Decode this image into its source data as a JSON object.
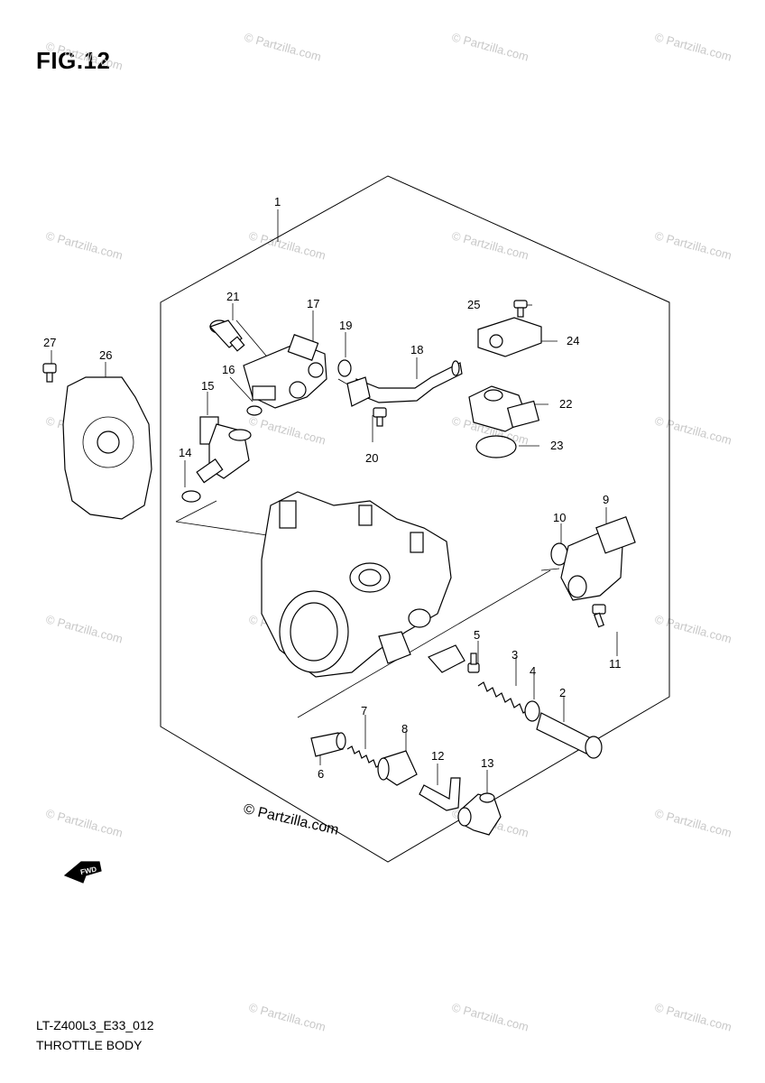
{
  "figure": {
    "title": "FIG.12",
    "model_code": "LT-Z400L3_E33_012",
    "section_title": "THROTTLE BODY",
    "credit": "© Partzilla.com",
    "watermark": "© Partzilla.com",
    "fwd_label": "FWD"
  },
  "callouts": [
    "1",
    "2",
    "3",
    "4",
    "5",
    "6",
    "7",
    "8",
    "9",
    "10",
    "11",
    "12",
    "13",
    "14",
    "15",
    "16",
    "17",
    "18",
    "19",
    "20",
    "21",
    "22",
    "23",
    "24",
    "25",
    "26",
    "27"
  ],
  "colors": {
    "line": "#000000",
    "watermark": "#c8c8c8",
    "background": "#ffffff"
  }
}
